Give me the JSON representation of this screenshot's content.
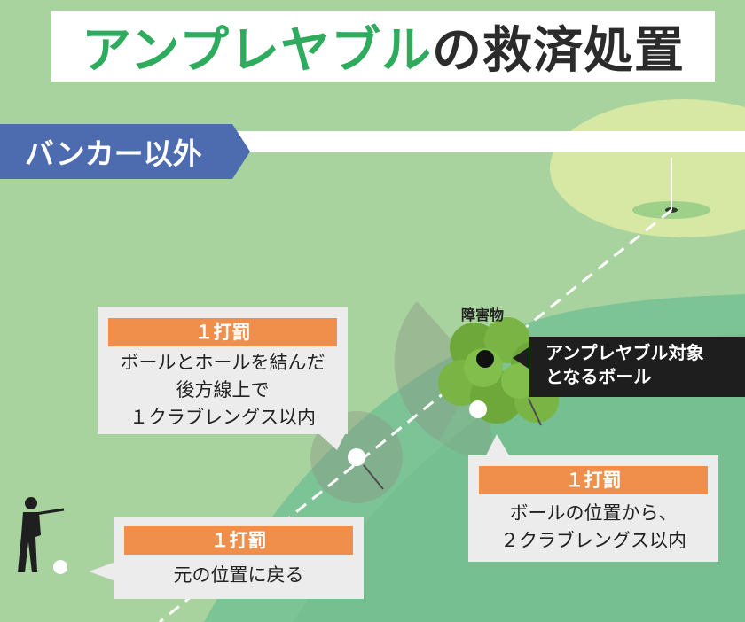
{
  "title": {
    "part_green": "アンプレヤブル",
    "part_dark": "の救済処置"
  },
  "section": {
    "label": "バンカー以外"
  },
  "obstacle": {
    "label": "障害物"
  },
  "unplayable_label": {
    "line1": "アンプレヤブル対象",
    "line2": "となるボール"
  },
  "callouts": {
    "line": {
      "penalty": "１打罰",
      "lines": [
        "ボールとホールを結んだ",
        "後方線上で",
        "１クラブレングス以内"
      ]
    },
    "two_clubs": {
      "penalty": "１打罰",
      "lines": [
        "ボールの位置から、",
        "２クラブレングス以内"
      ]
    },
    "original": {
      "penalty": "１打罰",
      "lines": [
        "元の位置に戻る"
      ]
    }
  },
  "colors": {
    "penalty": "#f08e4b",
    "section_tab": "#4d6cb0",
    "title_green": "#2eab5c",
    "fairway": "#7cc496",
    "rough": "#a9d39e"
  }
}
